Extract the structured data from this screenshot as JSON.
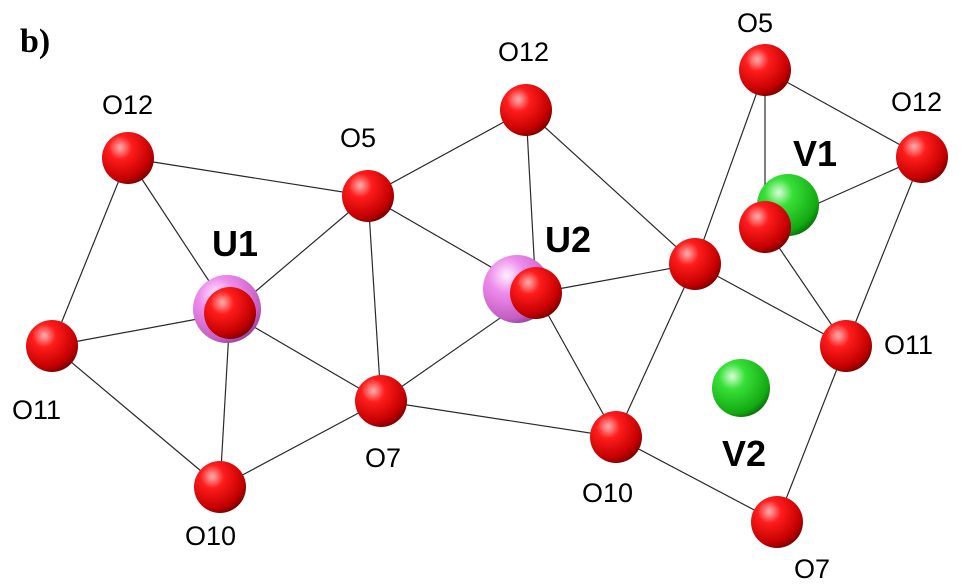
{
  "panel_label": "b)",
  "colors": {
    "oxygen": "#e00000",
    "uranium": "#e77de6",
    "vanadium": "#22d022",
    "bond": "#2a2a2a"
  },
  "atoms": {
    "U1": {
      "label": "U1",
      "element": "U"
    },
    "U2": {
      "label": "U2",
      "element": "U"
    },
    "V1": {
      "label": "V1",
      "element": "V"
    },
    "V2": {
      "label": "V2",
      "element": "V"
    },
    "O12_left": {
      "label": "O12",
      "element": "O"
    },
    "O5_mid": {
      "label": "O5",
      "element": "O"
    },
    "O12_top": {
      "label": "O12",
      "element": "O"
    },
    "O5_right": {
      "label": "O5",
      "element": "O"
    },
    "O12_right": {
      "label": "O12",
      "element": "O"
    },
    "O11_left": {
      "label": "O11",
      "element": "O"
    },
    "O10_left": {
      "label": "O10",
      "element": "O"
    },
    "O7_mid": {
      "label": "O7",
      "element": "O"
    },
    "O10_mid": {
      "label": "O10",
      "element": "O"
    },
    "O11_right": {
      "label": "O11",
      "element": "O"
    },
    "O7_right": {
      "label": "O7",
      "element": "O"
    }
  }
}
